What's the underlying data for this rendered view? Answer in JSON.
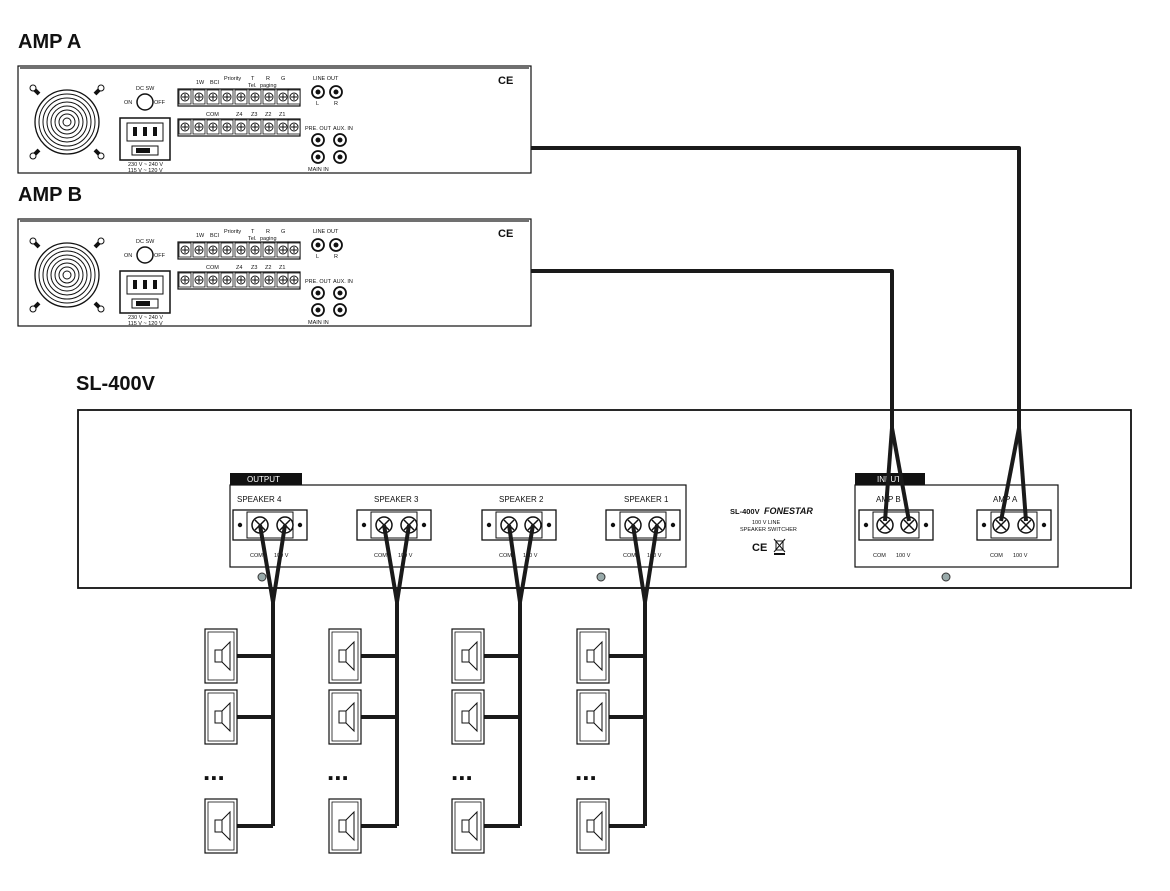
{
  "amp_a": {
    "title": "AMP A",
    "dc_sw": "DC  SW",
    "on": "ON",
    "off": "OFF",
    "labels_top": [
      "1W",
      "BCI",
      "Priority",
      "T",
      "R",
      "G"
    ],
    "labels_top2": [
      "Tel.",
      "paging"
    ],
    "com": "COM",
    "zones": [
      "Z4",
      "Z3",
      "Z2",
      "Z1"
    ],
    "line_out": "LINE  OUT",
    "lr": [
      "L",
      "R"
    ],
    "pre_out": "PRE. OUT",
    "aux_in": "AUX. IN",
    "main_in": "MAIN  IN",
    "voltage1": "230 V ~ 240 V",
    "voltage2": "115 V ~ 120 V",
    "ce": "CE"
  },
  "amp_b": {
    "title": "AMP B",
    "dc_sw": "DC  SW",
    "on": "ON",
    "off": "OFF",
    "labels_top": [
      "1W",
      "BCI",
      "Priority",
      "T",
      "R",
      "G"
    ],
    "labels_top2": [
      "Tel.",
      "paging"
    ],
    "com": "COM",
    "zones": [
      "Z4",
      "Z3",
      "Z2",
      "Z1"
    ],
    "line_out": "LINE  OUT",
    "lr": [
      "L",
      "R"
    ],
    "pre_out": "PRE. OUT",
    "aux_in": "AUX. IN",
    "main_in": "MAIN  IN",
    "voltage1": "230 V ~ 240 V",
    "voltage2": "115 V ~ 120 V",
    "ce": "CE"
  },
  "switcher": {
    "title": "SL-400V",
    "output_header": "OUTPUT",
    "input_header": "INPUT",
    "speakers": [
      "SPEAKER 4",
      "SPEAKER 3",
      "SPEAKER 2",
      "SPEAKER 1"
    ],
    "inputs": [
      "AMP B",
      "AMP A"
    ],
    "com": "COM",
    "v100": "100 V",
    "model": "SL-400V",
    "brand": "FONESTAR",
    "desc1": "100 V LINE",
    "desc2": "SPEAKER SWITCHER",
    "ce": "CE"
  },
  "ellipsis": "..."
}
